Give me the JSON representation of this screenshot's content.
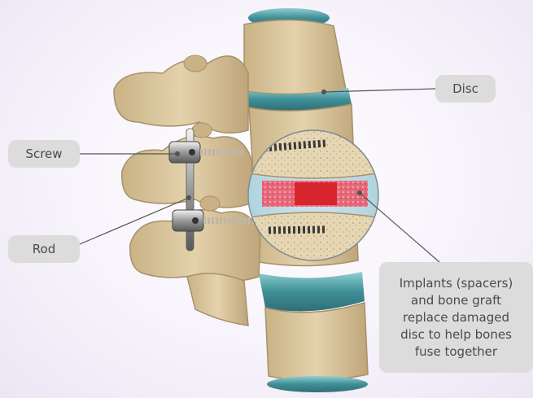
{
  "labels": {
    "disc": "Disc",
    "screw": "Screw",
    "rod": "Rod",
    "implants_lines": [
      "Implants (spacers)",
      "and bone graft",
      "replace damaged",
      "disc to help bones",
      "fuse together"
    ]
  },
  "colors": {
    "bone": "#d9c49a",
    "bone_shadow": "#a8906a",
    "disc": "#4f9ea3",
    "graft": "#d8242d",
    "label_bg": "#dcdcdc",
    "leader_line": "#555555"
  }
}
